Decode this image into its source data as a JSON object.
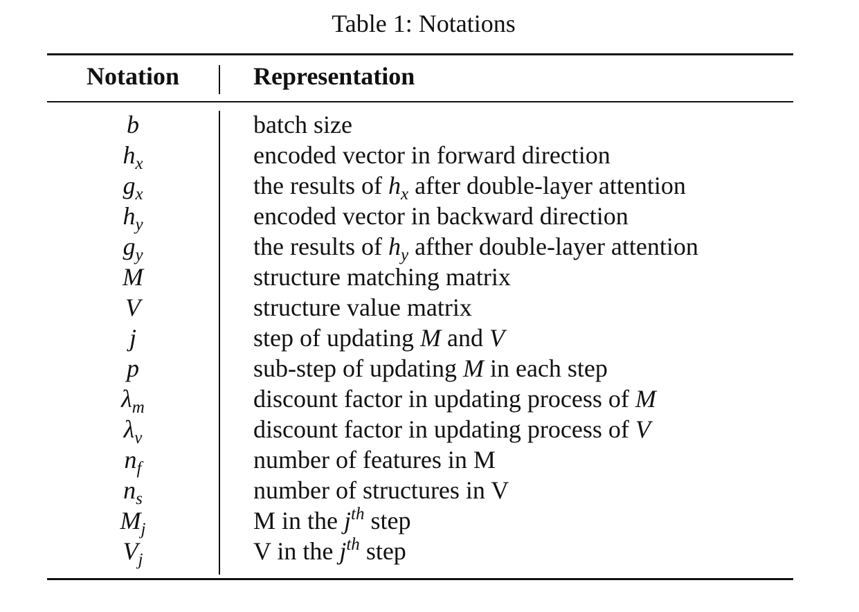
{
  "caption": "Table 1: Notations",
  "columns": {
    "notation": "Notation",
    "representation": "Representation"
  },
  "rows": [
    {
      "sym": "b",
      "sub": "",
      "desc": [
        {
          "t": "batch size"
        }
      ]
    },
    {
      "sym": "h",
      "sub": "x",
      "desc": [
        {
          "t": "encoded vector in forward direction"
        }
      ]
    },
    {
      "sym": "g",
      "sub": "x",
      "desc": [
        {
          "t": "the results of "
        },
        {
          "m": "h",
          "sub": "x"
        },
        {
          "t": " after double-layer attention"
        }
      ]
    },
    {
      "sym": "h",
      "sub": "y",
      "desc": [
        {
          "t": "encoded vector in backward direction"
        }
      ]
    },
    {
      "sym": "g",
      "sub": "y",
      "desc": [
        {
          "t": "the results of "
        },
        {
          "m": "h",
          "sub": "y"
        },
        {
          "t": " afther double-layer attention"
        }
      ]
    },
    {
      "sym": "M",
      "sub": "",
      "desc": [
        {
          "t": "structure matching matrix"
        }
      ]
    },
    {
      "sym": "V",
      "sub": "",
      "desc": [
        {
          "t": "structure value matrix"
        }
      ]
    },
    {
      "sym": "j",
      "sub": "",
      "desc": [
        {
          "t": "step of updating "
        },
        {
          "m": "M"
        },
        {
          "t": " and "
        },
        {
          "m": "V"
        }
      ]
    },
    {
      "sym": "p",
      "sub": "",
      "desc": [
        {
          "t": "sub-step of updating "
        },
        {
          "m": "M"
        },
        {
          "t": " in each step"
        }
      ]
    },
    {
      "sym": "λ",
      "sub": "m",
      "desc": [
        {
          "t": "discount factor in updating process of "
        },
        {
          "m": "M"
        }
      ]
    },
    {
      "sym": "λ",
      "sub": "v",
      "desc": [
        {
          "t": "discount factor in updating process of "
        },
        {
          "m": "V"
        }
      ]
    },
    {
      "sym": "n",
      "sub": "f",
      "desc": [
        {
          "t": "number of features in M"
        }
      ]
    },
    {
      "sym": "n",
      "sub": "s",
      "desc": [
        {
          "t": "number of structures in V"
        }
      ]
    },
    {
      "sym": "M",
      "sub": "j",
      "desc": [
        {
          "t": "M in the "
        },
        {
          "m": "j",
          "sup": "th"
        },
        {
          "t": " step"
        }
      ]
    },
    {
      "sym": "V",
      "sub": "j",
      "desc": [
        {
          "t": "V in the "
        },
        {
          "m": "j",
          "sup": "th"
        },
        {
          "t": " step"
        }
      ]
    }
  ]
}
